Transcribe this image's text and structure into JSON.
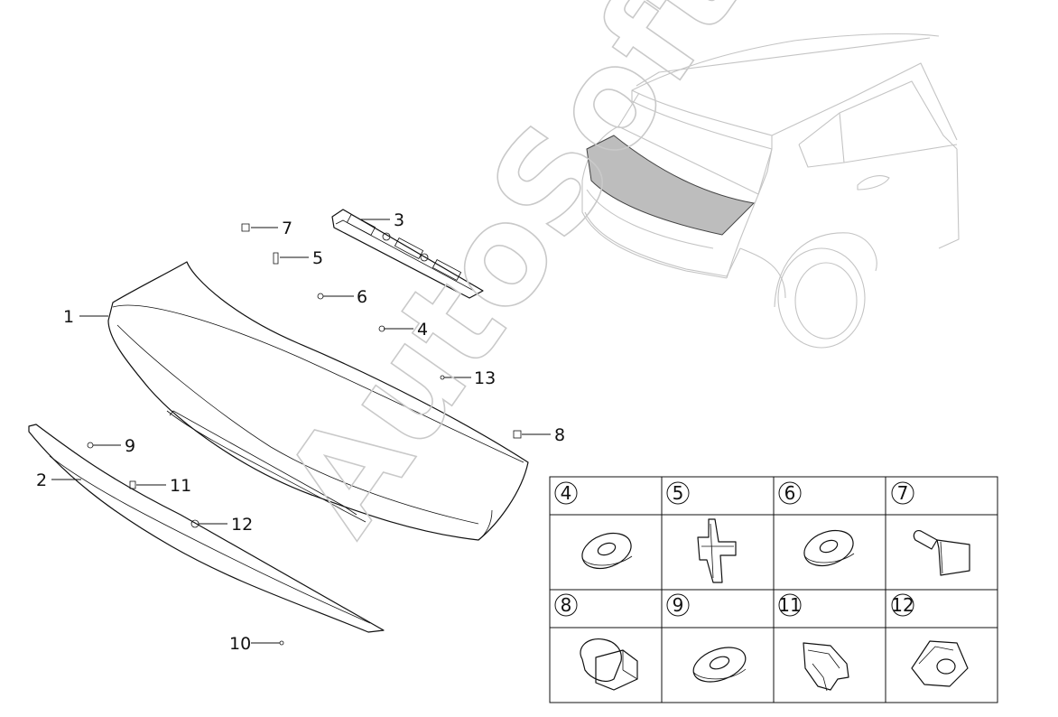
{
  "watermark": "AutoSoft",
  "callouts": [
    "1",
    "2",
    "3",
    "4",
    "5",
    "6",
    "7",
    "8",
    "9",
    "10",
    "11",
    "12",
    "13"
  ],
  "legend": {
    "cells": [
      {
        "number": "4",
        "icon": "washer-icon"
      },
      {
        "number": "5",
        "icon": "clip-icon"
      },
      {
        "number": "6",
        "icon": "washer-icon"
      },
      {
        "number": "7",
        "icon": "push-pin-icon"
      },
      {
        "number": "8",
        "icon": "grommet-nut-icon"
      },
      {
        "number": "9",
        "icon": "washer-icon"
      },
      {
        "number": "11",
        "icon": "retainer-clip-icon"
      },
      {
        "number": "12",
        "icon": "square-nut-icon"
      }
    ]
  },
  "colors": {
    "line": "#111111",
    "car_outline": "#c4c4c4",
    "highlight": "#bdbdbd",
    "watermark": "#c9c9c9"
  }
}
